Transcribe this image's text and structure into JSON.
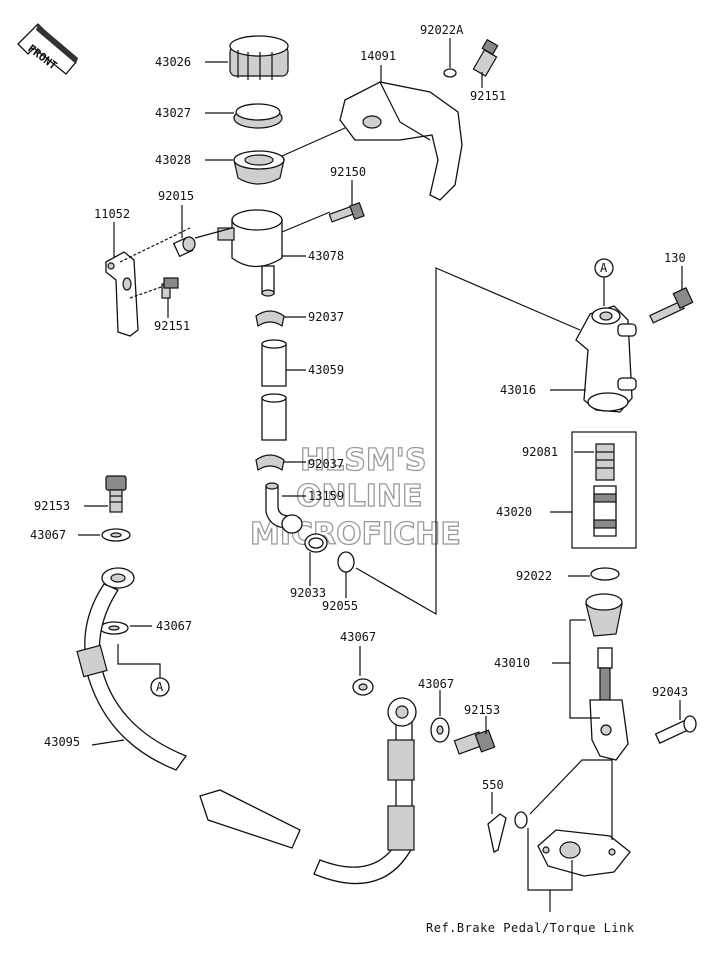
{
  "front_badge": "FRONT",
  "watermark": [
    "HLSM'S",
    "ONLINE",
    "MICROFICHE"
  ],
  "callout_marker": "A",
  "reference_note": "Ref.Brake Pedal/Torque Link",
  "parts": {
    "p43026": "43026",
    "p43027": "43027",
    "p43028": "43028",
    "p14091": "14091",
    "p92022A": "92022A",
    "p92151_top": "92151",
    "p92150": "92150",
    "p92015": "92015",
    "p11052": "11052",
    "p43078": "43078",
    "p92151_left": "92151",
    "p92037_top": "92037",
    "p43059": "43059",
    "p92037_low": "92037",
    "p13159": "13159",
    "p92033": "92033",
    "p92055": "92055",
    "p92153_left": "92153",
    "p43067_a": "43067",
    "p43067_b": "43067",
    "p43067_c": "43067",
    "p43067_d": "43067",
    "p43095": "43095",
    "p92153_right": "92153",
    "p550": "550",
    "p130": "130",
    "p43016": "43016",
    "p92081": "92081",
    "p43020": "43020",
    "p92022": "92022",
    "p43010": "43010",
    "p92043": "92043"
  }
}
